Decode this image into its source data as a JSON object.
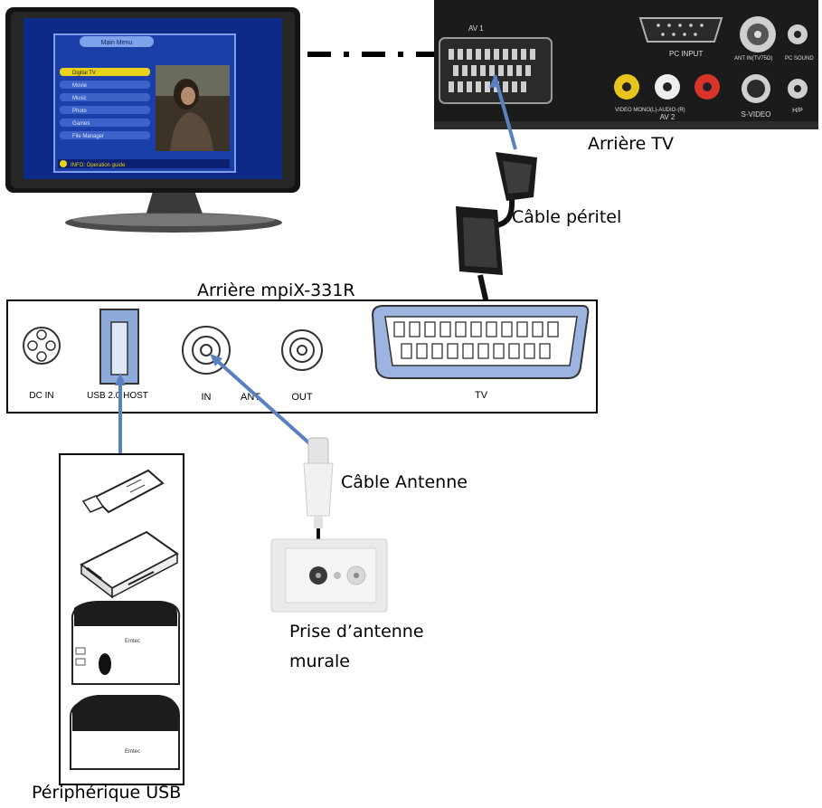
{
  "labels": {
    "tv_rear": "Arrière TV",
    "scart_cable": "Câble péritel",
    "device_rear": "Arrière mpiX-331R",
    "antenna_cable": "Câble Antenne",
    "wall_socket_line1": "Prise d’antenne",
    "wall_socket_line2": "murale",
    "usb_device": "Périphérique USB"
  },
  "tv_screen": {
    "menu_title": "Main Menu",
    "menu_items": [
      "Digital TV",
      "Movie",
      "Music",
      "Photo",
      "Games",
      "File Manager"
    ],
    "info_bar": "INFO: Operation guide"
  },
  "tv_rear_panel": {
    "av1": "AV 1",
    "pc_input": "PC INPUT",
    "ant_label": "ANT IN(TV75Ω)",
    "pc_sound": "PC SOUND",
    "av2_sub": "VIDEO  MONO(L)-AUDIO-(R)",
    "av2": "AV 2",
    "s_video": "S-VIDEO",
    "hp": "H/P"
  },
  "device_rear_panel": {
    "dc_in": "DC IN",
    "usb_host": "USB 2.0 HOST",
    "in": "IN",
    "ant": "ANT",
    "out": "OUT",
    "tv": "TV"
  },
  "usb_devices": {
    "brand": "Emtec"
  },
  "colors": {
    "link_blue": "#5b80c0",
    "usb_port_blue": "#8eaadb",
    "scart_fill": "#9db4e0",
    "tv_screen_blue": "#1c3ea8",
    "menu_yellow": "#e8d21b",
    "tv_panel_black": "#1b1b1b",
    "cable_black": "#111111"
  }
}
